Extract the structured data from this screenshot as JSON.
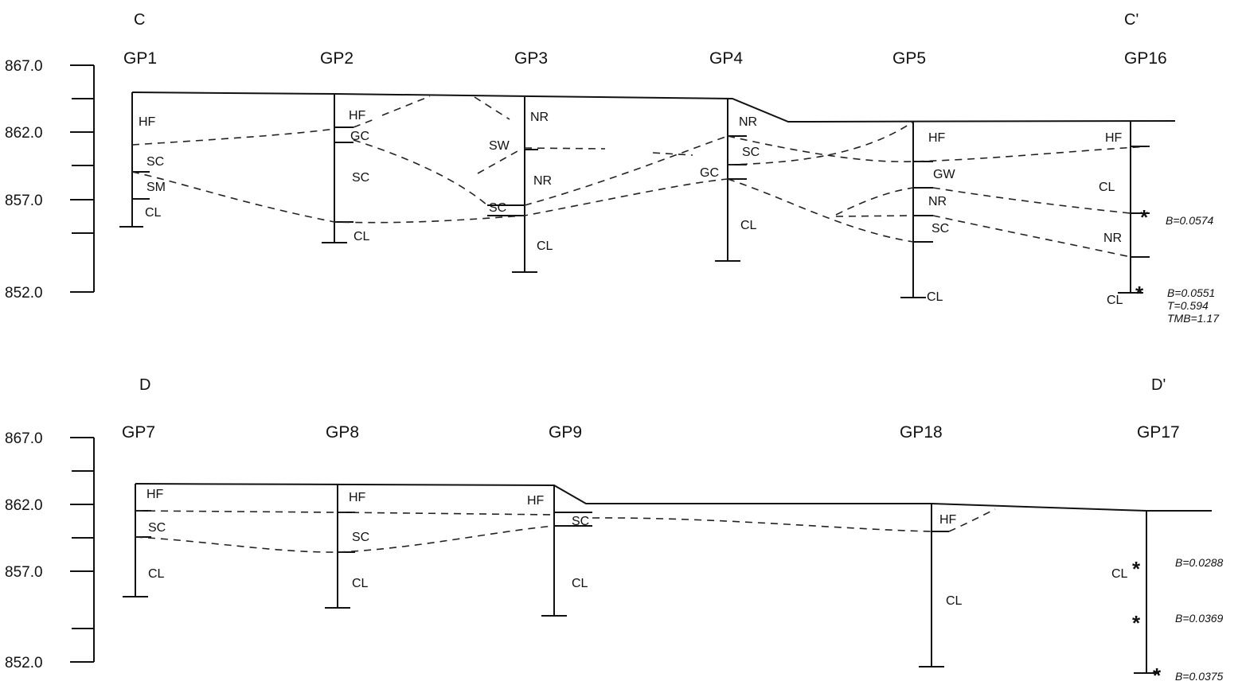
{
  "upper": {
    "section_start": "C",
    "section_end": "C'",
    "elevations": [
      "867.0",
      "862.0",
      "857.0",
      "852.0"
    ],
    "borings": [
      "GP1",
      "GP2",
      "GP3",
      "GP4",
      "GP5",
      "GP16"
    ],
    "layers": {
      "gp1": [
        "HF",
        "SC",
        "SM",
        "CL"
      ],
      "gp2": [
        "HF",
        "GC",
        "SC",
        "CL"
      ],
      "gp3": [
        "NR",
        "SW",
        "NR",
        "SC",
        "CL"
      ],
      "gp4": [
        "NR",
        "SC",
        "GC",
        "CL"
      ],
      "gp5": [
        "HF",
        "GW",
        "NR",
        "SC",
        "CL"
      ],
      "gp16": [
        "HF",
        "CL",
        "NR",
        "CL"
      ]
    },
    "samples": [
      "B=0.0574",
      "B=0.0551",
      "T=0.594",
      "TMB=1.17"
    ]
  },
  "lower": {
    "section_start": "D",
    "section_end": "D'",
    "elevations": [
      "867.0",
      "862.0",
      "857.0",
      "852.0"
    ],
    "borings": [
      "GP7",
      "GP8",
      "GP9",
      "GP18",
      "GP17"
    ],
    "layers": {
      "gp7": [
        "HF",
        "SC",
        "CL"
      ],
      "gp8": [
        "HF",
        "SC",
        "CL"
      ],
      "gp9": [
        "HF",
        "SC",
        "CL"
      ],
      "gp18": [
        "HF",
        "CL"
      ],
      "gp17": [
        "CL"
      ]
    },
    "samples": [
      "B=0.0288",
      "B=0.0369",
      "B=0.0375"
    ]
  }
}
